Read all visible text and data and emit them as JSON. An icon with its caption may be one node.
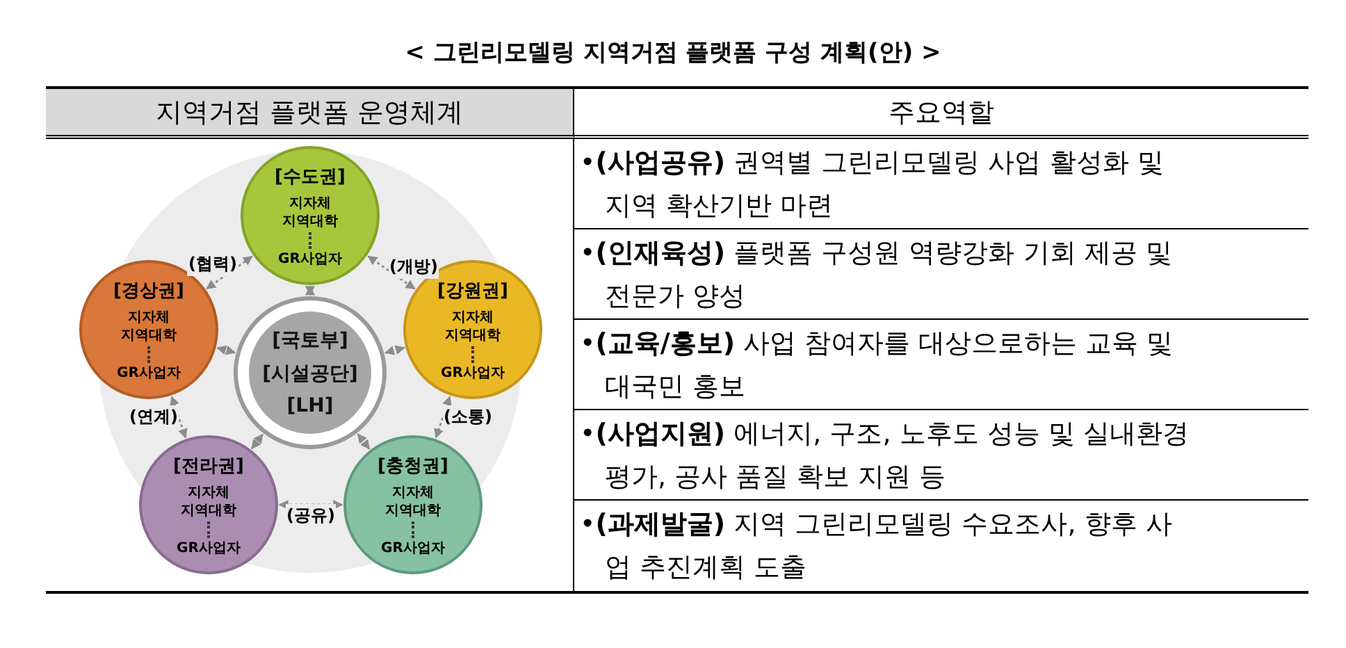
{
  "diagram": {
    "title": "< 그린리모델링 지역거점 플랫폼 구성 계획(안) >",
    "nodes": [
      {
        "text": [
          "[국토부]",
          "[시설공단]",
          "[LH]"
        ]
      },
      {
        "text": [
          "[수도권]",
          "지자체 지역대학",
          "GR사업자"
        ]
      },
      {
        "text": [
          "[강원권]",
          "지자체 지역대학",
          "GR사업자"
        ]
      },
      {
        "text": [
          "[충청권]",
          "지자체 지역대학",
          "GR사업자"
        ]
      },
      {
        "text": [
          "[전라권]",
          "지자체 지역대학",
          "GR사업자"
        ]
      },
      {
        "text": [
          "[경상권]",
          "지자체 지역대학",
          "GR사업자"
        ]
      }
    ],
    "edges": [
      {
        "from": 1,
        "to": 2,
        "arrow": "both",
        "label": "(개방)",
        "style": "dashed"
      },
      {
        "from": 2,
        "to": 3,
        "arrow": "both",
        "label": "(소통)",
        "style": "dashed"
      },
      {
        "from": 3,
        "to": 4,
        "arrow": "both",
        "label": "(공유)",
        "style": "dashed"
      },
      {
        "from": 4,
        "to": 5,
        "arrow": "both",
        "label": "(연계)",
        "style": "dashed"
      },
      {
        "from": 5,
        "to": 1,
        "arrow": "both",
        "label": "(협력)",
        "style": "dashed"
      },
      {
        "from": 0,
        "to": 1,
        "arrow": "both",
        "style": "dashed"
      },
      {
        "from": 0,
        "to": 2,
        "arrow": "both",
        "style": "dashed"
      },
      {
        "from": 0,
        "to": 3,
        "arrow": "both",
        "style": "dashed"
      },
      {
        "from": 0,
        "to": 4,
        "arrow": "both",
        "style": "dashed"
      },
      {
        "from": 0,
        "to": 5,
        "arrow": "both",
        "style": "dashed"
      }
    ],
    "labels": [
      "지역거점 플랫폼 운영체계",
      "주요역할",
      "•**(사업공유)** 권역별 그린리모델링 사업 활성화 및 지역 확산기반 마련",
      "•**(인재육성)** 플랫폼 구성원 역량강화 기회 제공 및 전문가 양성",
      "•**(교육/홍보)** 사업 참여자를 대상으로하는 교육 및 대국민 홍보",
      "•**(사업지원)** 에너지, 구조, 노후도 성능 및 실내환경 평가, 공사 품질 확보 지원 등",
      "•**(과제발굴)** 지역 그린리모델링 수요조사, 향후 사업 추진계획 도출"
    ]
  }
}
